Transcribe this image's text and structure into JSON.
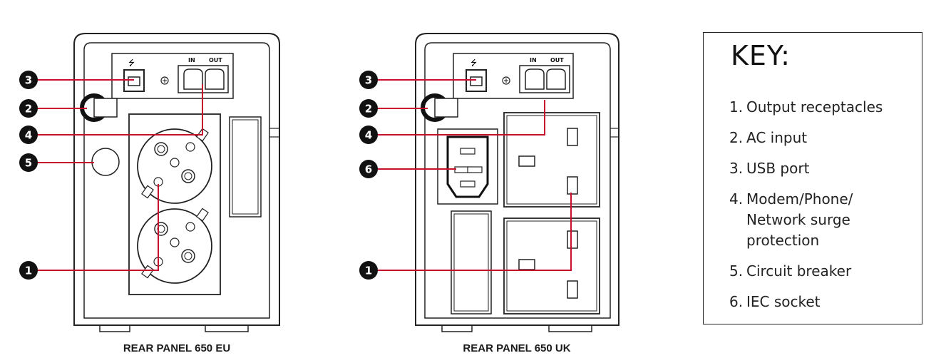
{
  "panels": [
    {
      "caption": "REAR PANEL 650 EU"
    },
    {
      "caption": "REAR PANEL 650 UK"
    }
  ],
  "port_labels": {
    "in": "IN",
    "out": "OUT"
  },
  "callouts": {
    "eu": [
      "3",
      "2",
      "4",
      "5",
      "1"
    ],
    "uk": [
      "3",
      "2",
      "4",
      "6",
      "1"
    ]
  },
  "key": {
    "title": "KEY:",
    "items": [
      {
        "num": "1.",
        "text": "Output receptacles"
      },
      {
        "num": "2.",
        "text": "AC input"
      },
      {
        "num": "3.",
        "text": "USB port"
      },
      {
        "num": "4.",
        "text": "Modem/Phone/\nNetwork surge\nprotection"
      },
      {
        "num": "5.",
        "text": "Circuit breaker"
      },
      {
        "num": "6.",
        "text": "IEC socket"
      }
    ]
  },
  "colors": {
    "callout_line": "#c8102e",
    "callout_badge": "#111111",
    "outline": "#222222"
  }
}
